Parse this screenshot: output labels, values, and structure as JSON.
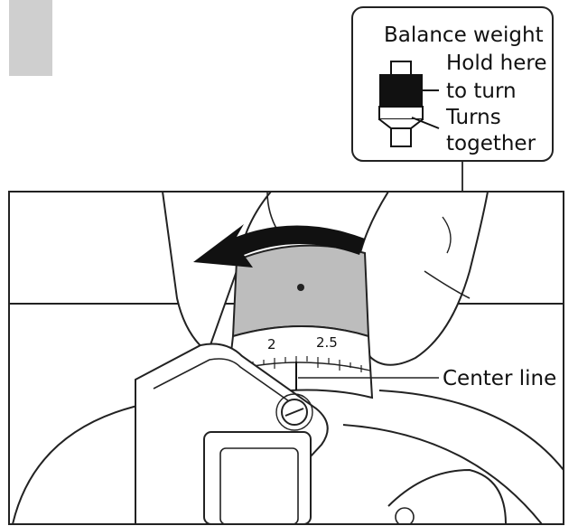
{
  "callout": {
    "title": "Balance weight",
    "hold_line1": "Hold here",
    "hold_line2": "to turn",
    "turns_line1": "Turns",
    "turns_line2": "together"
  },
  "dial": {
    "tick_label_a": "2",
    "tick_label_b": "2.5"
  },
  "center_line_label": "Center line",
  "colors": {
    "corner_tab": "#cfcfcf",
    "weight_band": "#bdbdbd",
    "hold_part": "#111111",
    "arrow": "#111111"
  }
}
